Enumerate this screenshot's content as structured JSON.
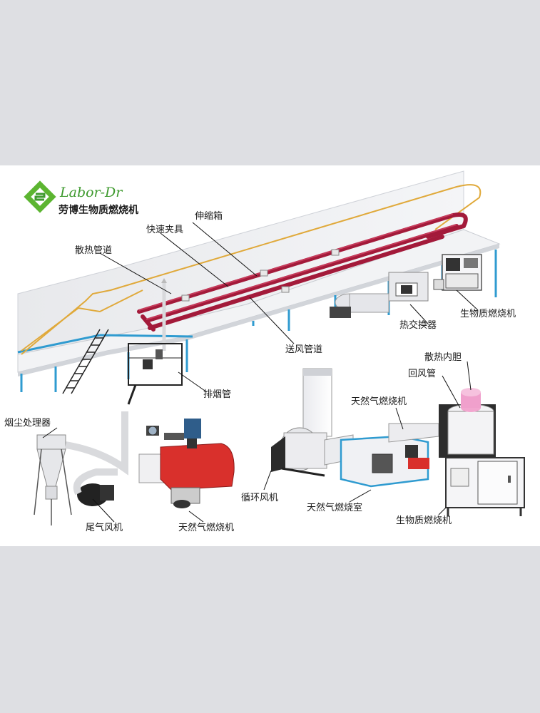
{
  "brand": {
    "logo_text": "Labor-Dr",
    "company": "劳博生物质燃烧机"
  },
  "labels": {
    "expansion_box": "伸缩箱",
    "quick_clamp": "快速夹具",
    "heat_pipe": "散热管道",
    "supply_duct": "送风管道",
    "heat_exchanger": "热交换器",
    "biomass_burner_top": "生物质燃烧机",
    "exhaust_pipe": "排烟管",
    "dust_processor": "烟尘处理器",
    "tail_fan": "尾气风机",
    "gas_burner_left": "天然气燃烧机",
    "circ_fan": "循环风机",
    "gas_burner_mid": "天然气燃烧机",
    "gas_chamber": "天然气燃烧室",
    "return_duct": "回风管",
    "heat_liner": "散热内胆",
    "biomass_burner_bottom": "生物质燃烧机"
  },
  "colors": {
    "pipe": "#a31a3a",
    "frame": "#2f9bd0",
    "rail": "#e0a93a",
    "burner_red": "#d9302c",
    "logo_green": "#3e9a2e",
    "background": "#dedfe3"
  }
}
